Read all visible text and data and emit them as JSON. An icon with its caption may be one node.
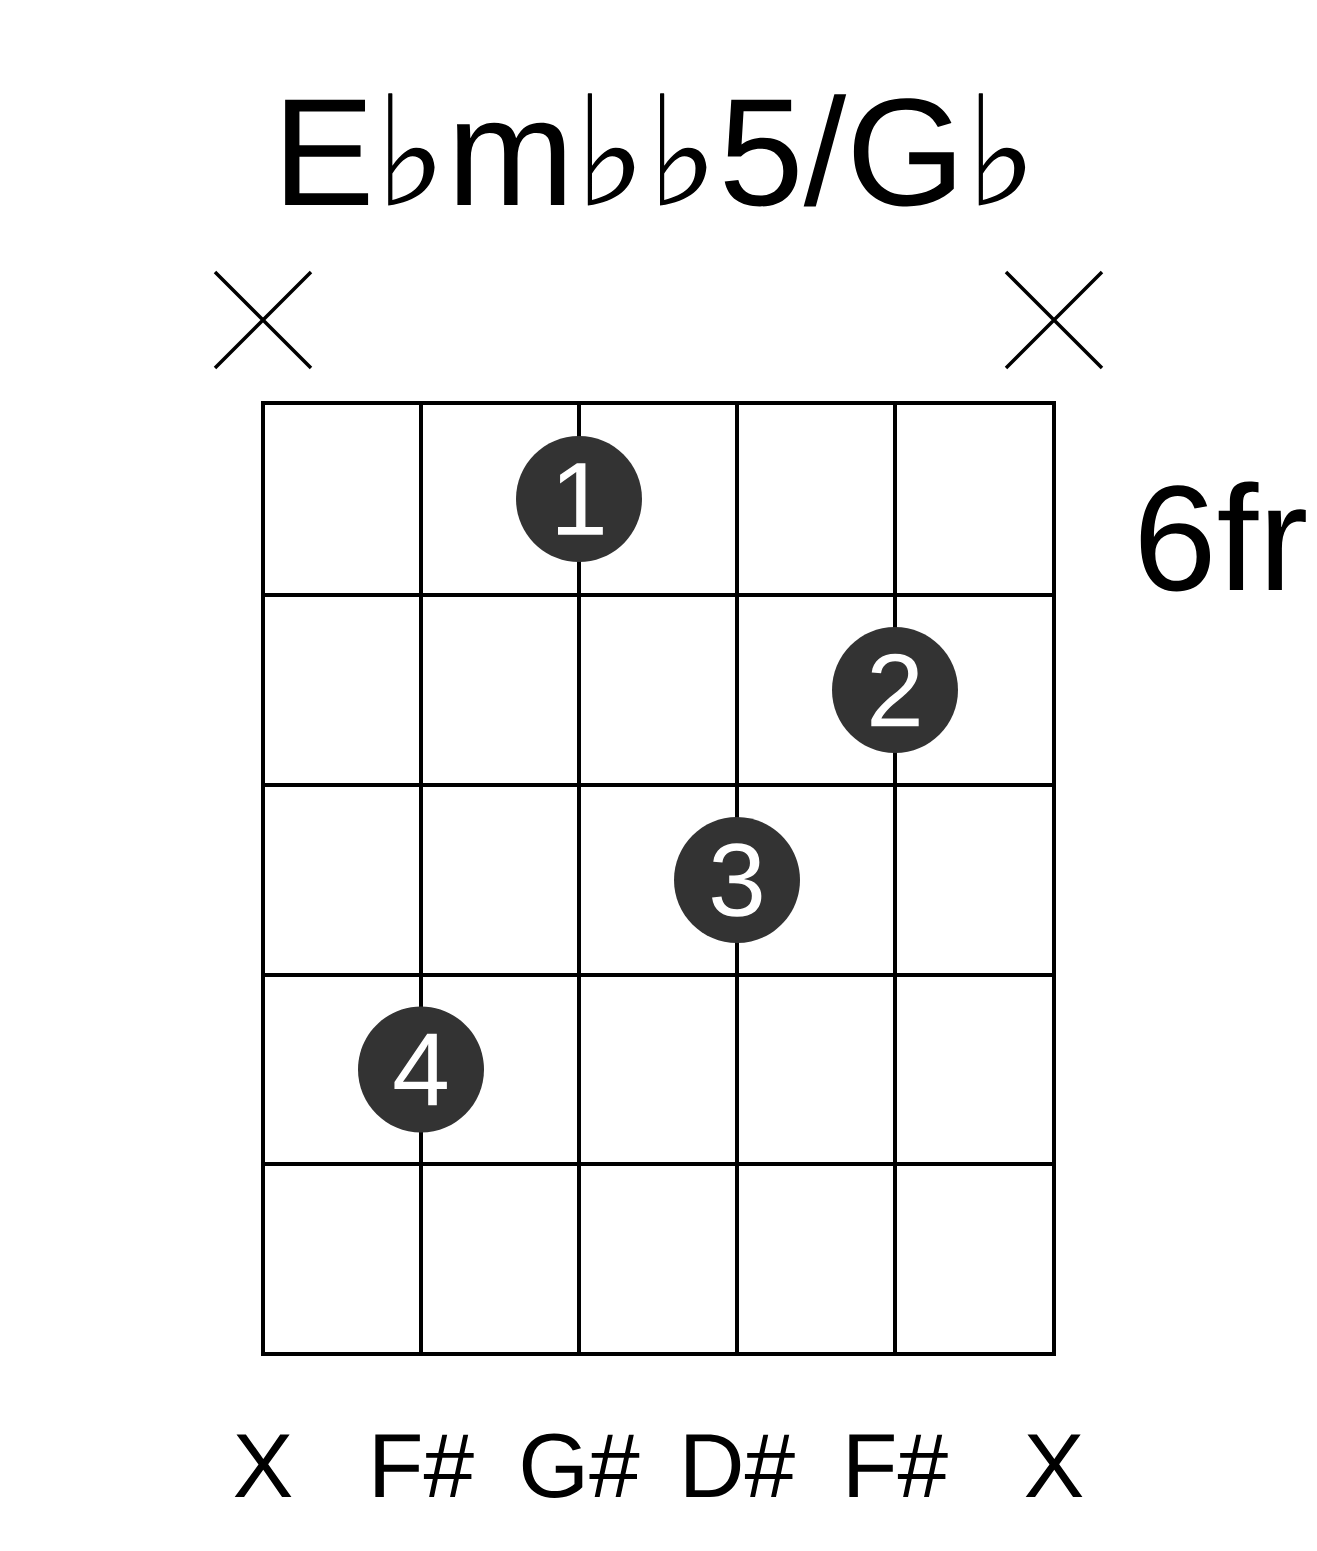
{
  "diagram": {
    "title": "E♭m♭♭5/G♭",
    "nodes": [
      {
        "text": [
          "1"
        ]
      },
      {
        "text": [
          "2"
        ]
      },
      {
        "text": [
          "3"
        ]
      },
      {
        "text": [
          "4"
        ]
      }
    ],
    "labels": [
      "6fr",
      "X",
      "F#",
      "G#",
      "D#",
      "F#",
      "X"
    ]
  }
}
